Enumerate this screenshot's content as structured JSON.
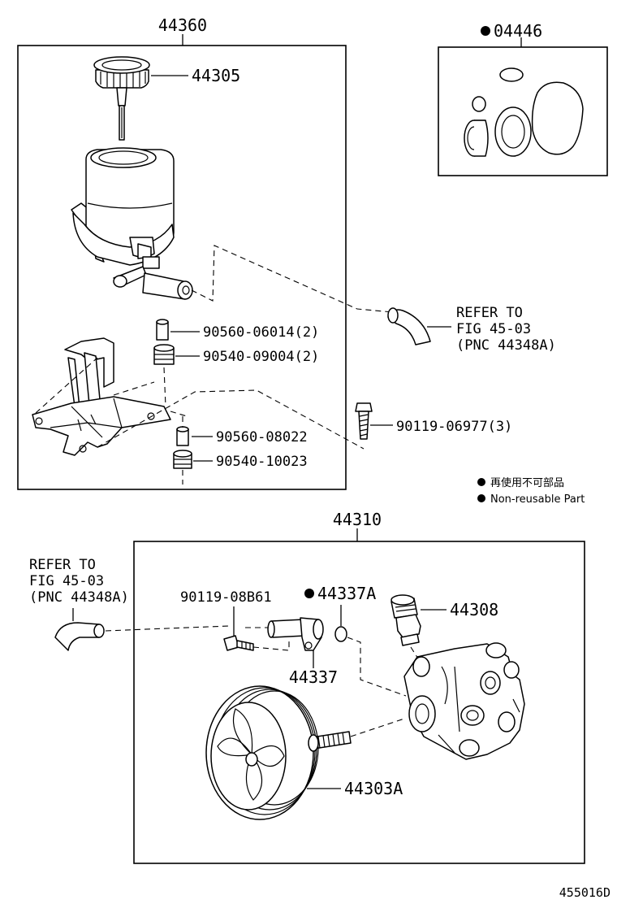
{
  "diagram": {
    "reservoir_assembly": {
      "number": "44360",
      "cap": "44305",
      "parts": [
        "90560-06014(2)",
        "90540-09004(2)",
        "90560-08022",
        "90540-10023"
      ],
      "bolt": "90119-06977(3)"
    },
    "gasket_kit": {
      "number": "04446"
    },
    "refer_upper": [
      "REFER TO",
      "FIG 45-03",
      "(PNC 44348A)"
    ],
    "legend": {
      "japanese": "再使用不可部品",
      "english": "Non-reusable Part"
    },
    "pump_assembly": {
      "number": "44310",
      "bolt": "90119-08B61",
      "oring": "44337A",
      "union": "44337",
      "valve": "44308",
      "pulley": "44303A"
    },
    "refer_lower": [
      "REFER TO",
      "FIG 45-03",
      "(PNC 44348A)"
    ],
    "figure_code": "455016D"
  }
}
